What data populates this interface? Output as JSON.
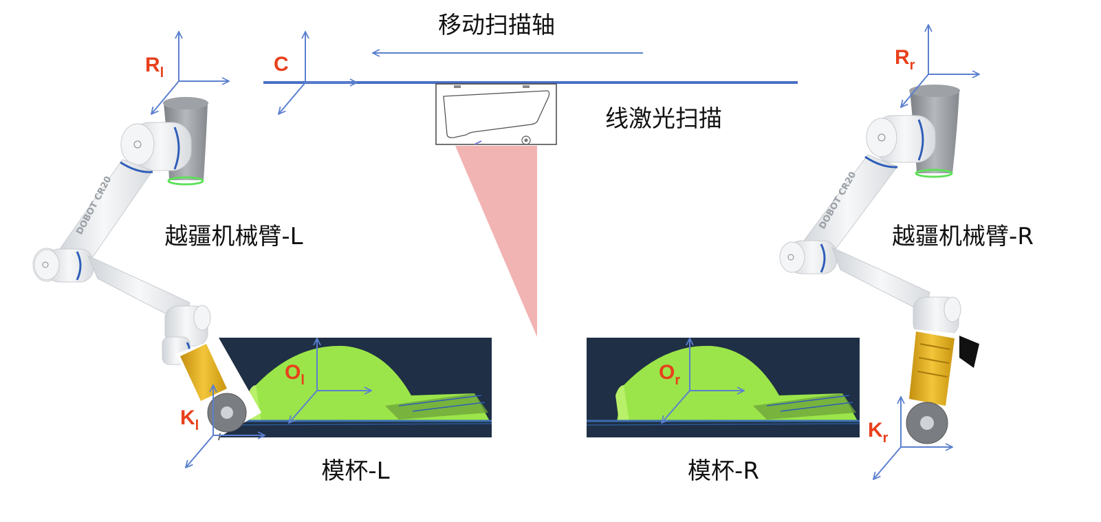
{
  "colors": {
    "axis_blue": "#5b7fcf",
    "rail_blue": "#4a6fc4",
    "label_red": "#e8401c",
    "laser_pink": "#f2b3b3",
    "scan_bg": "#1f2f45",
    "scan_green": "#9be54a",
    "arm_white": "#eef0f2",
    "arm_grey": "#9a9da2",
    "ring_blue": "#2e5db8",
    "tool_yellow": "#e8b21f"
  },
  "labels": {
    "scan_axis": "移动扫描轴",
    "line_laser_scan": "线激光扫描",
    "arm_left": "越疆机械臂-L",
    "arm_right": "越疆机械臂-R",
    "mold_left": "模杯-L",
    "mold_right": "模杯-R",
    "arm_brand": "DOBOT CR20"
  },
  "frames": {
    "camera": {
      "main": "C",
      "sub": ""
    },
    "robot_left": {
      "main": "R",
      "sub": "l"
    },
    "robot_right": {
      "main": "R",
      "sub": "r"
    },
    "object_left": {
      "main": "O",
      "sub": "l"
    },
    "object_right": {
      "main": "O",
      "sub": "r"
    },
    "knife_left": {
      "main": "K",
      "sub": "l"
    },
    "knife_right": {
      "main": "K",
      "sub": "r"
    }
  },
  "icons": {
    "laser_scanner": "laser-scanner-icon",
    "robot_arm_left": "robot-arm-icon",
    "robot_arm_right": "robot-arm-icon",
    "cutter_left": "circular-cutter-icon",
    "cutter_right": "circular-cutter-icon"
  }
}
